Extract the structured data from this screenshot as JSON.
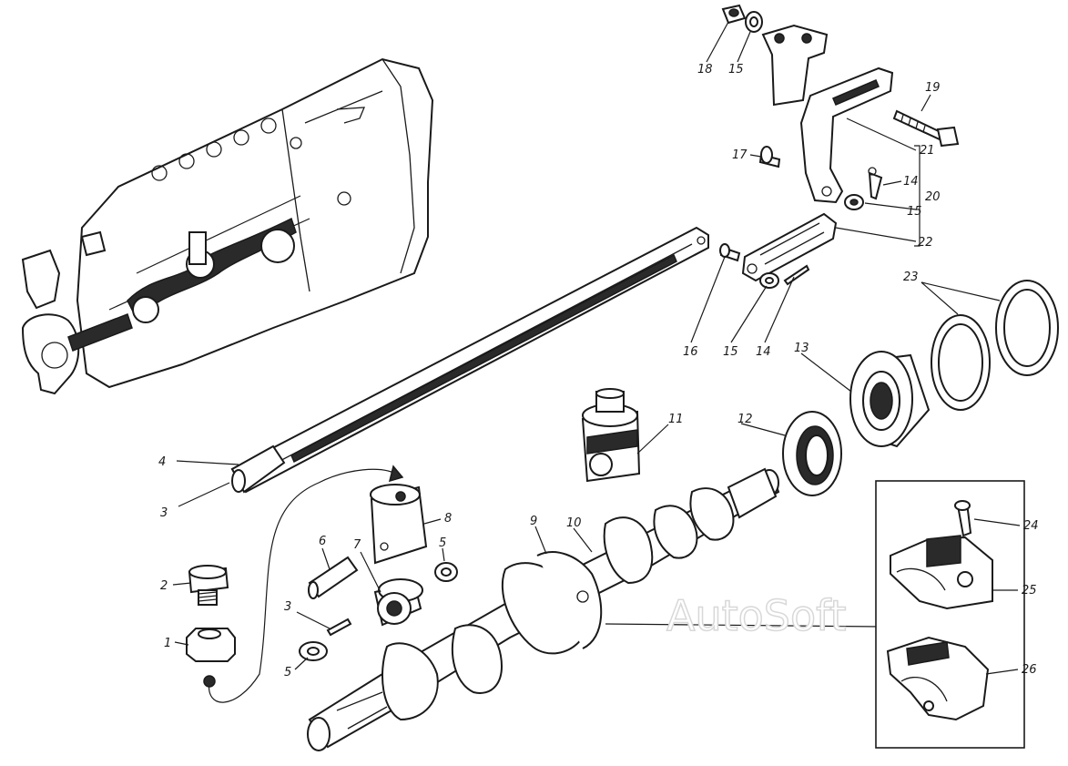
{
  "watermark": "AutoSoft",
  "labels": {
    "l1": "1",
    "l2": "2",
    "l3a": "3",
    "l3b": "3",
    "l4": "4",
    "l5a": "5",
    "l5b": "5",
    "l6": "6",
    "l7": "7",
    "l8": "8",
    "l9": "9",
    "l10": "10",
    "l11": "11",
    "l12": "12",
    "l13": "13",
    "l14a": "14",
    "l14b": "14",
    "l15a": "15",
    "l15b": "15",
    "l15c": "15",
    "l16": "16",
    "l17": "17",
    "l18": "18",
    "l19": "19",
    "l20": "20",
    "l21": "21",
    "l22": "22",
    "l23": "23",
    "l24": "24",
    "l25": "25",
    "l26": "26"
  }
}
